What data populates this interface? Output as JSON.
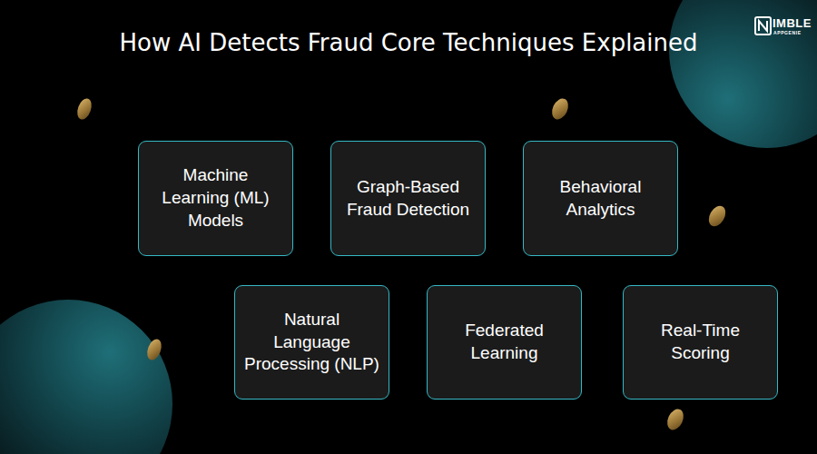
{
  "diagram": {
    "title": "How AI Detects Fraud Core Techniques Explained",
    "nodes": [
      {
        "text": [
          "Machine Learning (ML) Models"
        ]
      },
      {
        "text": [
          "Graph-Based Fraud Detection"
        ]
      },
      {
        "text": [
          "Behavioral Analytics"
        ]
      },
      {
        "text": [
          "Natural Language Processing (NLP)"
        ]
      },
      {
        "text": [
          "Federated Learning"
        ]
      },
      {
        "text": [
          "Real-Time Scoring"
        ]
      }
    ],
    "labels": [
      "IMBLE",
      "APPGENIE"
    ]
  }
}
